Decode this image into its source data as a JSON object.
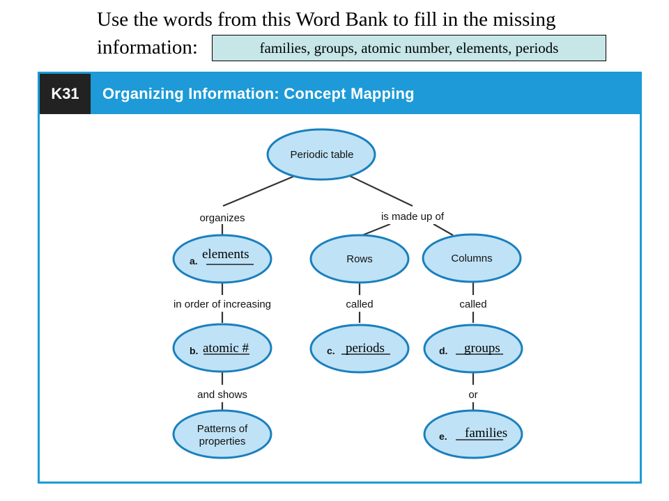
{
  "instruction": {
    "line1": "Use the words from this Word Bank to fill in the missing",
    "line2": "information:"
  },
  "word_bank": "families, groups, atomic number, elements, periods",
  "panel": {
    "code": "K31",
    "title": "Organizing Information: Concept Mapping"
  },
  "colors": {
    "accent": "#1d9ad7",
    "node_fill": "#bfe2f6",
    "node_stroke": "#1a7fbd",
    "word_bank_fill": "#c6e6e8",
    "code_box": "#222222"
  },
  "nodes": {
    "periodic_table": {
      "text": "Periodic table"
    },
    "a": {
      "letter": "a.",
      "answer": "elements"
    },
    "rows": {
      "text": "Rows"
    },
    "columns": {
      "text": "Columns"
    },
    "b": {
      "letter": "b.",
      "answer": "atomic #"
    },
    "c": {
      "letter": "c.",
      "answer": "periods"
    },
    "d": {
      "letter": "d.",
      "answer": "groups"
    },
    "patterns": {
      "line1": "Patterns of",
      "line2": "properties"
    },
    "e": {
      "letter": "e.",
      "answer": "families"
    }
  },
  "links": {
    "organizes": "organizes",
    "is_made_up_of": "is made up of",
    "in_order_of_increasing": "in order of increasing",
    "called_rows": "called",
    "called_columns": "called",
    "and_shows": "and shows",
    "or": "or"
  }
}
